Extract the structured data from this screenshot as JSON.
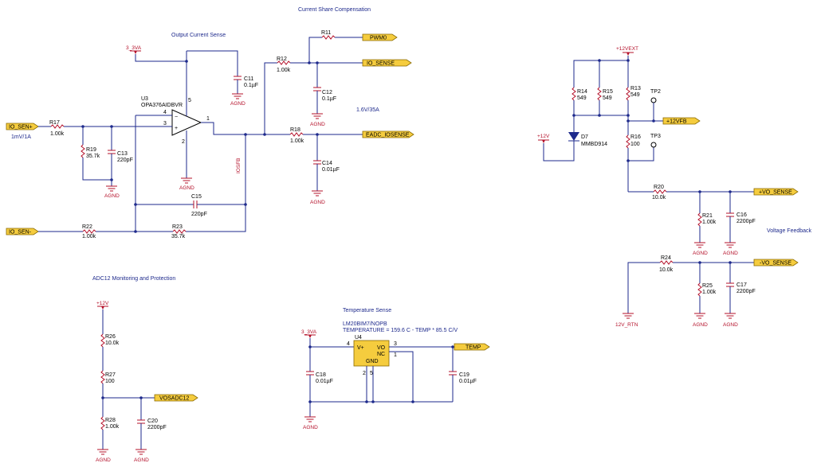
{
  "titles": {
    "current_share": "Current Share Compensation",
    "output_current_sense": "Output Current Sense",
    "adc12": "ADC12 Monitoring and Protection",
    "temperature_sense": "Temperature Sense",
    "voltage_feedback": "Voltage Feedback"
  },
  "annotations": {
    "scale_1mv": "1mV/1A",
    "scale_16v": "1.6V/35A",
    "iosfb": "IOSFB",
    "temp_formula": "TEMPERATURE = 159.6 C - TEMP * 85.5 C/V"
  },
  "ports": {
    "io_sen_p": "IO_SEN+",
    "io_sen_n": "IO_SEN-",
    "pwm0": "PWM0",
    "io_sense": "IO_SENSE",
    "eadc_iosense": "EADC_IOSENSE",
    "vfb12": "+12VFB",
    "vo_sense_p": "+VO_SENSE",
    "vo_sense_n": "-VO_SENSE",
    "vosadc12": "VOSADC12",
    "temp": "TEMP"
  },
  "power": {
    "v33a": "3_3VA",
    "v12ext": "+12VEXT",
    "v12": "+12V",
    "agnd": "AGND",
    "rtn12": "12V_RTN"
  },
  "parts": {
    "u3_ref": "U3",
    "u3_val": "OPA376AIDBVR",
    "u4_ref": "U4",
    "u4_val": "LM20BIM7/NOPB",
    "u4_vplus": "V+",
    "u4_vo": "VO",
    "u4_nc": "NC",
    "u4_gnd": "GND",
    "r11": "R11",
    "r12": "R12",
    "r12_val": "1.00k",
    "r17": "R17",
    "r17_val": "1.00k",
    "r18": "R18",
    "r18_val": "1.00k",
    "r19": "R19",
    "r19_val": "35.7k",
    "r22": "R22",
    "r22_val": "1.00k",
    "r23": "R23",
    "r23_val": "35.7k",
    "c11": "C11",
    "c11_val": "0.1µF",
    "c12": "C12",
    "c12_val": "0.1µF",
    "c13": "C13",
    "c13_val": "220pF",
    "c14": "C14",
    "c14_val": "0.01µF",
    "c15": "C15",
    "c15_val": "220pF",
    "r13": "R13",
    "r13_val": "549",
    "r14": "R14",
    "r14_val": "549",
    "r15": "R15",
    "r15_val": "549",
    "r16": "R16",
    "r16_val": "100",
    "d7": "D7",
    "d7_val": "MMBD914",
    "tp2": "TP2",
    "tp3": "TP3",
    "r20": "R20",
    "r20_val": "10.0k",
    "r21": "R21",
    "r21_val": "1.00k",
    "c16": "C16",
    "c16_val": "2200pF",
    "r24": "R24",
    "r24_val": "10.0k",
    "r25": "R25",
    "r25_val": "1.00k",
    "c17": "C17",
    "c17_val": "2200pF",
    "r26": "R26",
    "r26_val": "10.0k",
    "r27": "R27",
    "r27_val": "100",
    "r28": "R28",
    "r28_val": "1.00k",
    "c20": "C20",
    "c20_val": "2200pF",
    "c18": "C18",
    "c18_val": "0.01µF",
    "c19": "C19",
    "c19_val": "0.01µF"
  },
  "pins": {
    "u3_p1": "1",
    "u3_p2": "2",
    "u3_p3": "3",
    "u3_p4": "4",
    "u3_p5": "5",
    "u4_p1": "1",
    "u4_p2": "2",
    "u4_p3": "3",
    "u4_p4": "4",
    "u4_p5": "5",
    "minus": "−",
    "plus": "+"
  }
}
